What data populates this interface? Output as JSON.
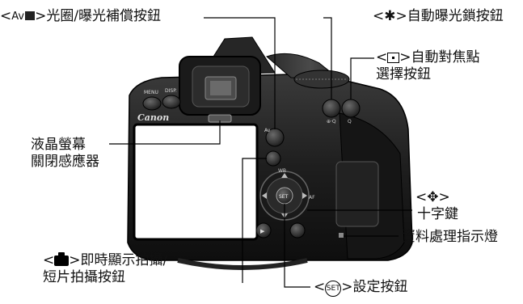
{
  "callouts": {
    "av_exposure": {
      "prefix": "<",
      "icon_text": "Av",
      "suffix": ">光圈/曝光補償按鈕"
    },
    "ae_lock": {
      "prefix": "<",
      "icon_text": "✱",
      "suffix": ">自動曝光鎖按鈕"
    },
    "af_point": {
      "prefix": "<",
      "suffix": ">自動對焦點",
      "line2": "選擇按鈕"
    },
    "display_sensor": {
      "line1": "液晶螢幕",
      "line2": "關閉感應器"
    },
    "cross_keys": {
      "prefix": "<",
      "icon_text": "✥",
      "suffix": ">",
      "line2": "十字鍵"
    },
    "access_lamp": {
      "text": "資料處理指示燈"
    },
    "live_view": {
      "prefix": "<",
      "suffix": ">即時顯示拍攝/",
      "line2": "短片拍攝按鈕"
    },
    "set_button": {
      "prefix": "<",
      "icon_text": "SET",
      "suffix": ">設定按鈕"
    }
  },
  "camera": {
    "brand": "Canon",
    "menu_label": "MENU",
    "disp_label": "DISP.",
    "wb_label": "WB",
    "af_label": "AF"
  },
  "colors": {
    "camera_body": "#1c1c1c",
    "screen": "#ffffff",
    "line": "#000000"
  }
}
